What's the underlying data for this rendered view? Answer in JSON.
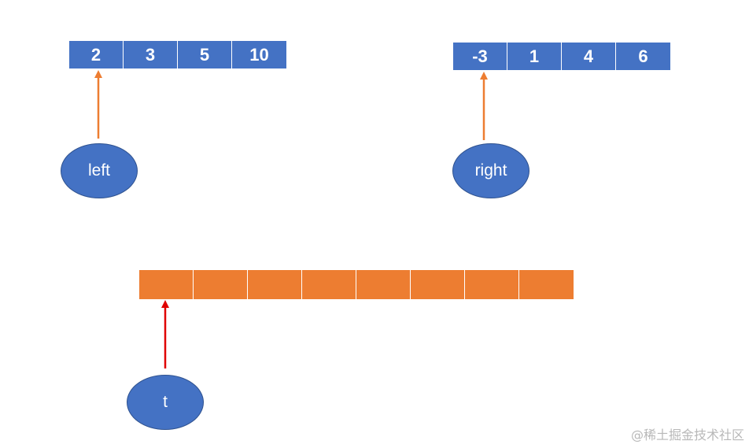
{
  "left_array": {
    "values": [
      "2",
      "3",
      "5",
      "10"
    ],
    "color": "#4472c4"
  },
  "right_array": {
    "values": [
      "-3",
      "1",
      "4",
      "6"
    ],
    "color": "#4472c4"
  },
  "temp_array": {
    "length": 8,
    "values": [
      "",
      "",
      "",
      "",
      "",
      "",
      "",
      ""
    ],
    "color": "#ed7d31"
  },
  "pointers": {
    "left": {
      "label": "left",
      "arrow_color": "#ed7d31"
    },
    "right": {
      "label": "right",
      "arrow_color": "#ed7d31"
    },
    "t": {
      "label": "t",
      "arrow_color": "#e00000"
    }
  },
  "watermark": "@稀土掘金技术社区"
}
